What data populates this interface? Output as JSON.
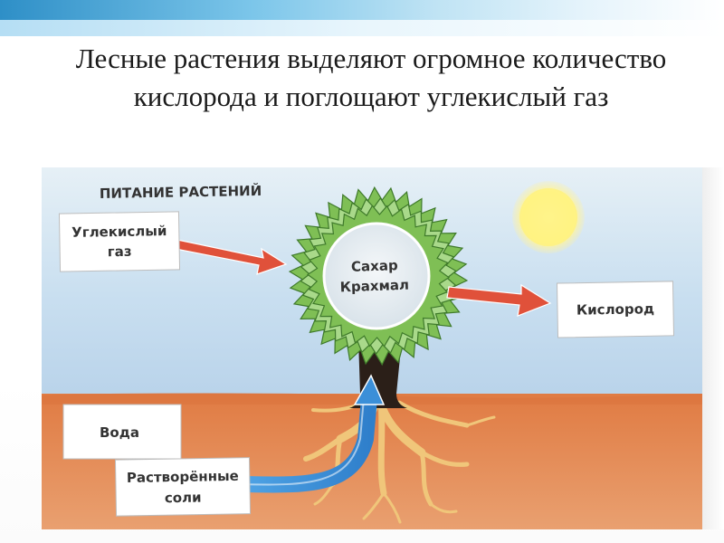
{
  "slide": {
    "title": "Лесные растения выделяют огромное количество кислорода и поглощают углекислый газ"
  },
  "diagram": {
    "heading": "ПИТАНИЕ РАСТЕНИЙ",
    "carbon_dioxide": "Углекислый газ",
    "center_line1": "Сахар",
    "center_line2": "Крахмал",
    "oxygen": "Кислород",
    "water": "Вода",
    "salts": "Растворённые соли"
  },
  "colors": {
    "sky": "#cde4f2",
    "soil": "#e38a52",
    "crown": "#86c25b",
    "trunk": "#2b1f18",
    "roots": "#f0c67a",
    "sun": "#fff59a",
    "red_arrow": "#e0513a",
    "blue_arrow": "#3a8fd6"
  }
}
